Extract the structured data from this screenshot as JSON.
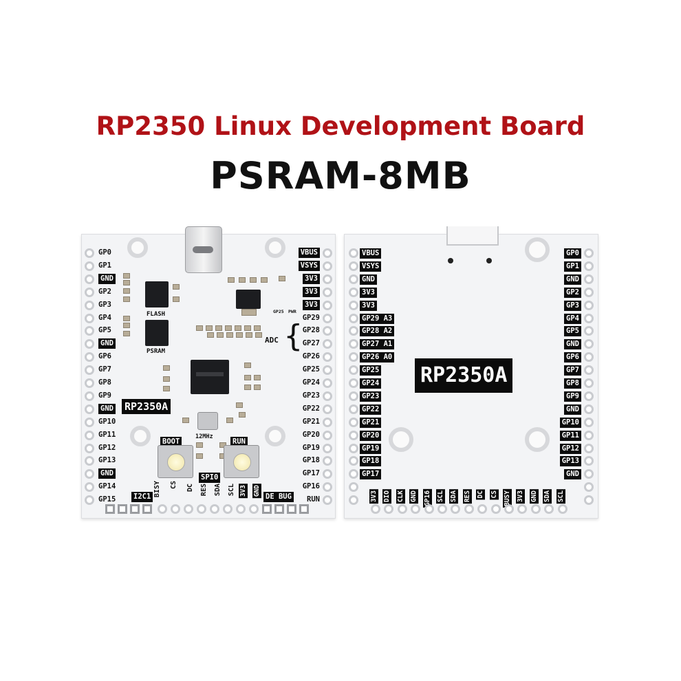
{
  "header": {
    "title": "RP2350 Linux Development Board",
    "subtitle": "PSRAM-8MB"
  },
  "colors": {
    "title_red": "#b01217",
    "title_black": "#111111",
    "board": "#f3f4f6"
  },
  "front": {
    "left_pins": [
      "GP0",
      "GP1",
      "GND",
      "GP2",
      "GP3",
      "GP4",
      "GP5",
      "GND",
      "GP6",
      "GP7",
      "GP8",
      "GP9",
      "GND",
      "GP10",
      "GP11",
      "GP12",
      "GP13",
      "GND",
      "GP14",
      "GP15"
    ],
    "left_black": [
      false,
      false,
      true,
      false,
      false,
      false,
      false,
      true,
      false,
      false,
      false,
      false,
      true,
      false,
      false,
      false,
      false,
      true,
      false,
      false
    ],
    "right_pins": [
      "VBUS",
      "VSYS",
      "3V3",
      "3V3",
      "3V3",
      "GP29",
      "GP28",
      "GP27",
      "GP26",
      "GP25",
      "GP24",
      "GP23",
      "GP22",
      "GP21",
      "GP20",
      "GP19",
      "GP18",
      "GP17",
      "GP16",
      "RUN"
    ],
    "right_black": [
      true,
      true,
      true,
      true,
      true,
      false,
      false,
      false,
      false,
      false,
      false,
      false,
      false,
      false,
      false,
      false,
      false,
      false,
      false,
      false
    ],
    "bottom_labels": [
      "BISY",
      "CS",
      "DC",
      "RES",
      "SDA",
      "SCL",
      "3V3",
      "GND"
    ],
    "bottom_black": [
      false,
      false,
      false,
      false,
      false,
      false,
      true,
      true
    ],
    "chip_labels": {
      "flash": "FLASH",
      "psram": "PSRAM",
      "mcu": "RP2350A",
      "crystal": "12MHz",
      "adc": "ADC",
      "gp25": "GP25",
      "pwr": "PWR"
    },
    "buttons": {
      "boot": "BOOT",
      "run": "RUN"
    },
    "headers": {
      "spi": "SPI0",
      "i2c": "I2C1",
      "debug": "DE BUG"
    }
  },
  "back": {
    "left_pins": [
      "VBUS",
      "VSYS",
      "GND",
      "3V3",
      "3V3",
      "GP29 A3",
      "GP28 A2",
      "GP27 A1",
      "GP26 A0",
      "GP25",
      "GP24",
      "GP23",
      "GP22",
      "GP21",
      "GP20",
      "GP19",
      "GP18",
      "GP17"
    ],
    "right_pins": [
      "GP0",
      "GP1",
      "GND",
      "GP2",
      "GP3",
      "GP4",
      "GP5",
      "GND",
      "GP6",
      "GP7",
      "GP8",
      "GP9",
      "GND",
      "GP10",
      "GP11",
      "GP12",
      "GP13",
      "GND"
    ],
    "bottom_labels": [
      "3V3",
      "DIO",
      "CLK",
      "GND",
      "GP16",
      "SCL",
      "SDA",
      "RES",
      "DC",
      "CS",
      "BUSY",
      "3V3",
      "GND",
      "SDA",
      "SCL"
    ],
    "chip_label": "RP2350A"
  }
}
